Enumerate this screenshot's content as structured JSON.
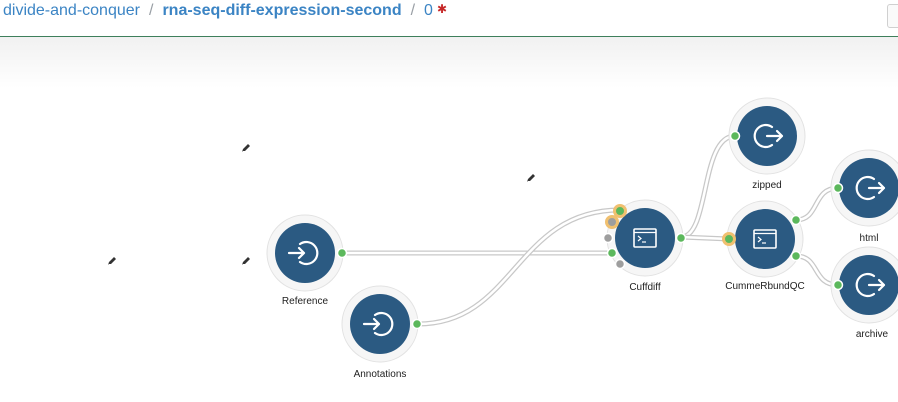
{
  "breadcrumb": {
    "project": "divide-and-conquer",
    "separator": "/",
    "workflow": "rna-seq-diff-expression-second",
    "revision": "0",
    "unsaved_marker": "✱"
  },
  "nodes": {
    "reference": {
      "label": "Reference",
      "kind": "input",
      "icon": "input-arrow-icon"
    },
    "annotations": {
      "label": "Annotations",
      "kind": "input",
      "icon": "input-arrow-icon"
    },
    "cuffdiff": {
      "label": "Cuffdiff",
      "kind": "tool",
      "icon": "terminal-window-icon"
    },
    "cummerbund": {
      "label": "CummeRbundQC",
      "kind": "tool",
      "icon": "terminal-window-icon"
    },
    "zipped": {
      "label": "zipped",
      "kind": "output",
      "icon": "output-arrow-icon"
    },
    "html": {
      "label": "html",
      "kind": "output",
      "icon": "output-arrow-icon"
    },
    "archive": {
      "label": "archive",
      "kind": "output",
      "icon": "output-arrow-icon"
    }
  },
  "colors": {
    "node_fill": "#2b5a82",
    "node_ring": "#e8e8e8",
    "port_connected": "#5cb85c",
    "port_required": "#f0a830",
    "port_unconnected": "#9e9e9e",
    "link_stroke": "#c8c8c8",
    "breadcrumb_link": "#3b84c4",
    "header_border": "#3e7f5b",
    "unsaved_marker": "#c62828"
  }
}
